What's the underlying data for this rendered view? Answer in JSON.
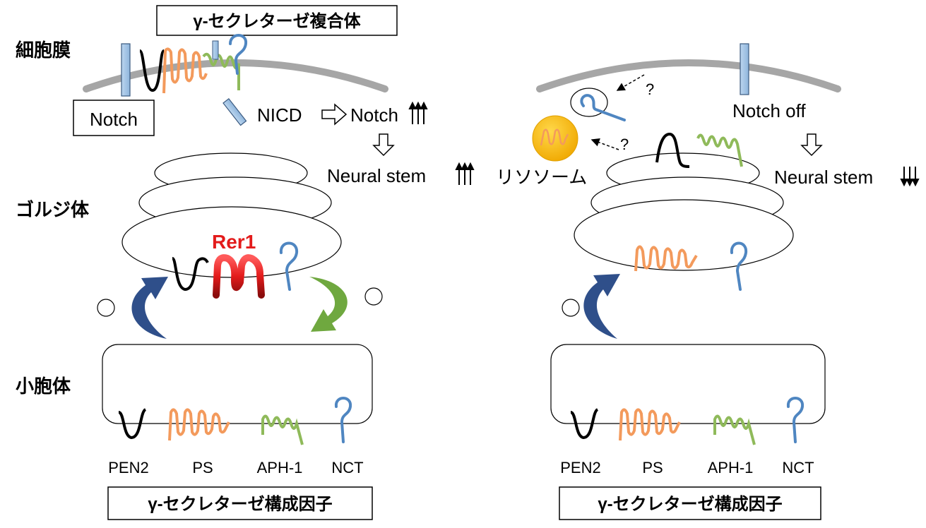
{
  "labels": {
    "membrane": "細胞膜",
    "golgi": "ゴルジ体",
    "er": "小胞体",
    "complex": "γ-セクレターゼ複合体",
    "components": "γ-セクレターゼ構成因子",
    "notch": "Notch",
    "nicd": "NICD",
    "notch_up": "Notch",
    "neural_stem": "Neural stem",
    "rer1": "Rer1",
    "notch_off": "Notch off",
    "lysosome": "リソソーム",
    "question": "?"
  },
  "components": [
    "PEN2",
    "PS",
    "APH-1",
    "NCT"
  ],
  "colors": {
    "pen2": "#000000",
    "ps": "#f39a5c",
    "aph1": "#8fba5a",
    "nct": "#4f86c1",
    "rer1": "#e31b1b",
    "notch_rod": "#a9c8e8",
    "membrane": "#a6a6a6",
    "arrow_blue": "#2f4f8a",
    "arrow_green": "#6fa83f",
    "lysosome": "#f5bf1b"
  }
}
